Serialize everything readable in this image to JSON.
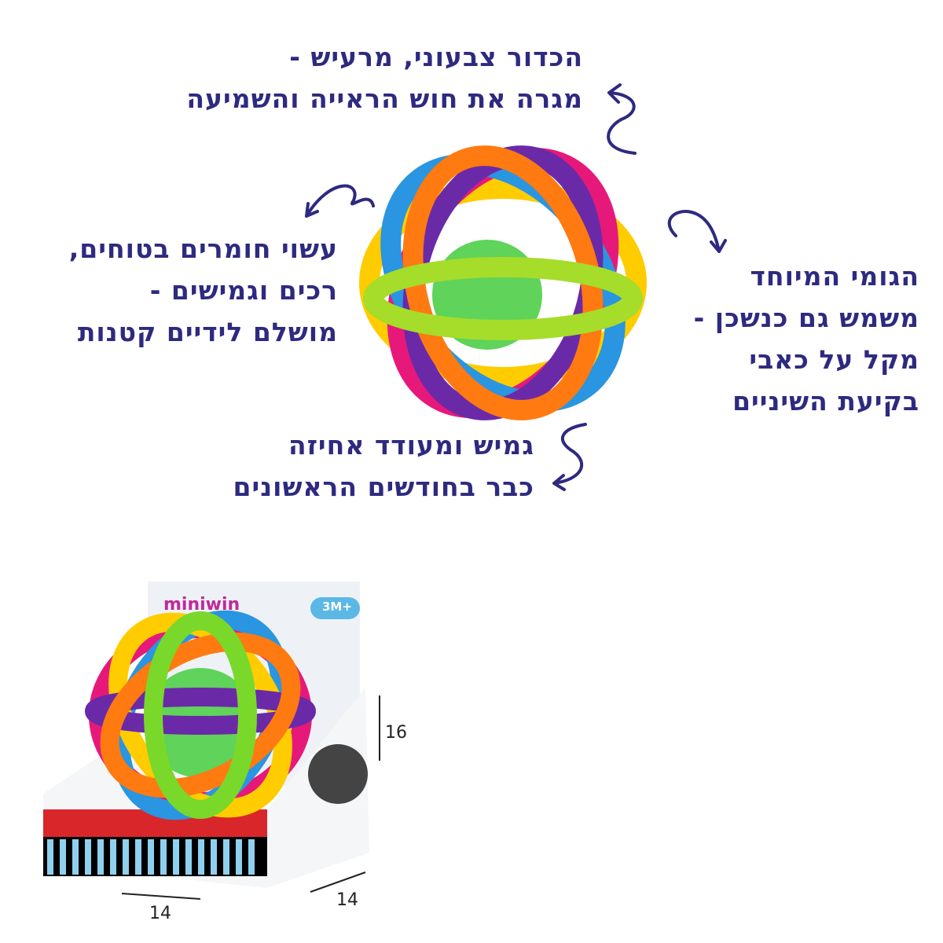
{
  "features": [
    {
      "lines": [
        "הכדור צבעוני, מרעיש -",
        "מגרה את חוש הראייה והשמיעה"
      ]
    },
    {
      "lines": [
        "עשוי חומרים בטוחים,",
        "רכים וגמישים -",
        "מושלם לידיים קטנות"
      ]
    },
    {
      "lines": [
        "הגומי המיוחד",
        "משמש גם כנשכן -",
        "מקל על כאבי",
        "בקיעת השיניים"
      ]
    },
    {
      "lines": [
        "גמיש ומעודד אחיזה",
        "כבר בחודשים הראשונים"
      ]
    }
  ],
  "package": {
    "brand": "miniwin",
    "age_badge": "3M+"
  },
  "dimensions": {
    "height": "16",
    "width": "14",
    "depth": "14"
  },
  "colors": {
    "text": "#2e2a80",
    "badge": "#5bb8e6",
    "stripe_red": "#d8262b",
    "stripe_blue": "#8fd0ef"
  }
}
